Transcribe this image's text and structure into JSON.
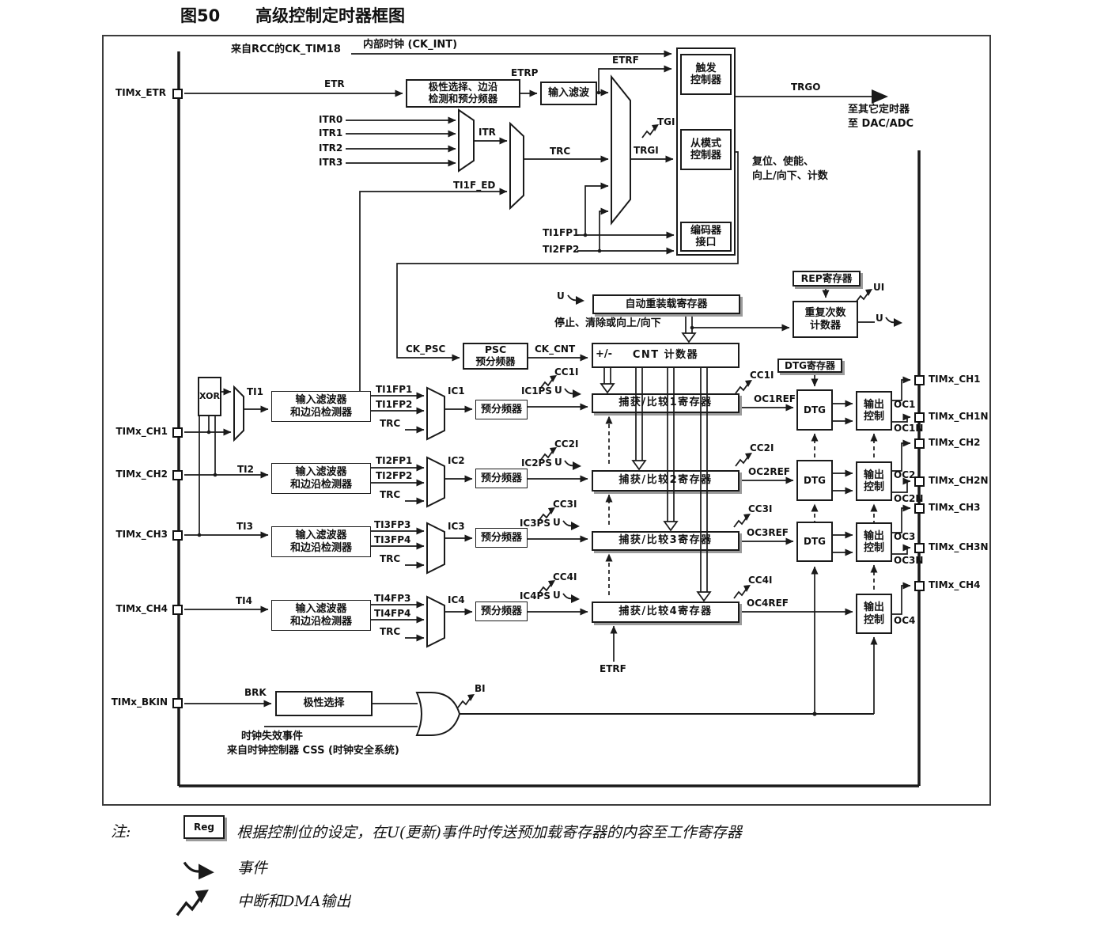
{
  "colors": {
    "line": "#1a1a1a",
    "shadow": "#9b9b9b"
  },
  "title": {
    "fig": "图50",
    "text": "高级控制定时器框图"
  },
  "pins_left": {
    "etr": "TIMx_ETR",
    "ch1": "TIMx_CH1",
    "ch2": "TIMx_CH2",
    "ch3": "TIMx_CH3",
    "ch4": "TIMx_CH4",
    "bkin": "TIMx_BKIN"
  },
  "pins_right": {
    "ch1": "TIMx_CH1",
    "ch1n": "TIMx_CH1N",
    "ch2": "TIMx_CH2",
    "ch2n": "TIMx_CH2N",
    "ch3": "TIMx_CH3",
    "ch3n": "TIMx_CH3N",
    "ch4": "TIMx_CH4"
  },
  "top": {
    "from_rcc": "来自RCC的CK_TIM18",
    "ck_int": "内部时钟 (CK_INT)",
    "etr": "ETR",
    "etrp": "ETRP",
    "etrf": "ETRF",
    "polarity": "极性选择、边沿\n检测和预分频器",
    "input_filter": "输入滤波",
    "itr0": "ITR0",
    "itr1": "ITR1",
    "itr2": "ITR2",
    "itr3": "ITR3",
    "itr": "ITR",
    "trc": "TRC",
    "ti1f_ed": "TI1F_ED",
    "ti1fp1": "TI1FP1",
    "ti2fp2": "TI2FP2",
    "tgi": "TGI",
    "trgi": "TRGI",
    "trigger": "触发\n控制器",
    "slave": "从模式\n控制器",
    "encoder": "编码器\n接口",
    "trgo": "TRGO",
    "to_other": "至其它定时器",
    "to_dac": "至 DAC/ADC",
    "slave_fn1": "复位、使能、",
    "slave_fn2": "向上/向下、计数"
  },
  "mid": {
    "u1": "U",
    "autoreload": "自动重装载寄存器",
    "stop": "停止、清除或向上/向下",
    "rep": "REP寄存器",
    "repeat": "重复次数\n计数器",
    "ui": "UI",
    "u2": "U",
    "ck_psc": "CK_PSC",
    "psc": "PSC\n预分频器",
    "ck_cnt": "CK_CNT",
    "pm": "+/-",
    "cnt": "CNT 计数器",
    "dtg_reg": "DTG寄存器",
    "xor": "XOR"
  },
  "channels": [
    {
      "ti": "TI1",
      "filter": "输入滤波器\n和边沿检测器",
      "fpA": "TI1FP1",
      "fpB": "TI1FP2",
      "trc": "TRC",
      "ic": "IC1",
      "presc": "预分频器",
      "icps": "IC1PS",
      "u": "U",
      "cci": "CC1I",
      "reg": "捕获/比较1寄存器",
      "cci2": "CC1I",
      "ocref": "OC1REF",
      "dtg": "DTG",
      "out": "输出\n控制",
      "oc": "OC1",
      "ocn": "OC1N"
    },
    {
      "ti": "TI2",
      "filter": "输入滤波器\n和边沿检测器",
      "fpA": "TI2FP1",
      "fpB": "TI2FP2",
      "trc": "TRC",
      "ic": "IC2",
      "presc": "预分频器",
      "icps": "IC2PS",
      "u": "U",
      "cci": "CC2I",
      "reg": "捕获/比较2寄存器",
      "cci2": "CC2I",
      "ocref": "OC2REF",
      "dtg": "DTG",
      "out": "输出\n控制",
      "oc": "OC2",
      "ocn": "OC2N"
    },
    {
      "ti": "TI3",
      "filter": "输入滤波器\n和边沿检测器",
      "fpA": "TI3FP3",
      "fpB": "TI3FP4",
      "trc": "TRC",
      "ic": "IC3",
      "presc": "预分频器",
      "icps": "IC3PS",
      "u": "U",
      "cci": "CC3I",
      "reg": "捕获/比较3寄存器",
      "cci2": "CC3I",
      "ocref": "OC3REF",
      "dtg": "DTG",
      "out": "输出\n控制",
      "oc": "OC3",
      "ocn": "OC3N"
    },
    {
      "ti": "TI4",
      "filter": "输入滤波器\n和边沿检测器",
      "fpA": "TI4FP3",
      "fpB": "TI4FP4",
      "trc": "TRC",
      "ic": "IC4",
      "presc": "预分频器",
      "icps": "IC4PS",
      "u": "U",
      "cci": "CC4I",
      "reg": "捕获/比较4寄存器",
      "cci2": "CC4I",
      "ocref": "OC4REF",
      "out": "输出\n控制",
      "oc": "OC4"
    }
  ],
  "bkin": {
    "brk": "BRK",
    "polarity": "极性选择",
    "bi": "BI",
    "fail1": "时钟失效事件",
    "fail2": "来自时钟控制器 CSS (时钟安全系统)",
    "etrf": "ETRF"
  },
  "notes": {
    "label": "注:",
    "reg": "Reg",
    "line1": "根据控制位的设定，在U(更新)事件时传送预加载寄存器的内容至工作寄存器",
    "event": "事件",
    "irq": "中断和DMA输出"
  }
}
